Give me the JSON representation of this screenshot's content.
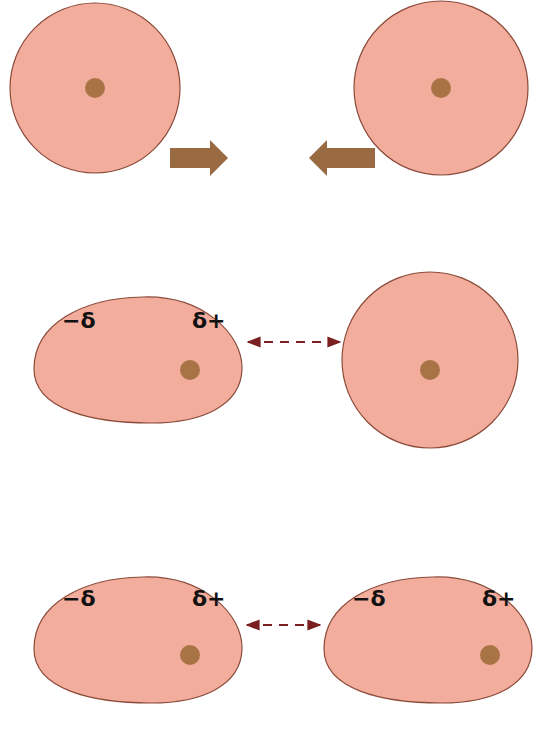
{
  "diagram": {
    "nodes": [
      {
        "text": [
          "−δ",
          "δ+"
        ]
      },
      {
        "text": [
          "−δ",
          "δ+"
        ]
      },
      {
        "text": [
          "−δ",
          "δ+"
        ]
      }
    ],
    "edges": [
      {
        "from": 1,
        "to": 2,
        "arrow": "both"
      }
    ]
  }
}
